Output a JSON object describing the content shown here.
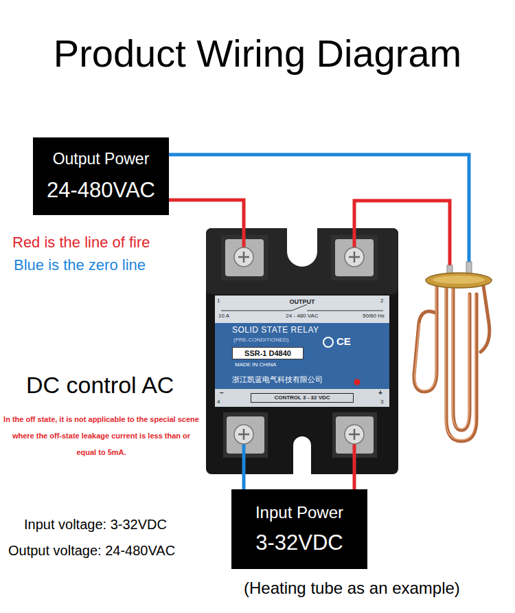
{
  "diagram": {
    "title": "Product Wiring Diagram",
    "caption": "(Heating tube as an example)",
    "nodes": [
      {
        "text": [
          "Output Power",
          "24-480VAC"
        ]
      },
      {
        "text": [
          "1",
          "OUTPUT",
          "2",
          "10 A",
          "24 - 480 VAC",
          "50/60 Hz",
          "SOLID STATE RELAY",
          "(PRE-CONDITIONED)",
          "CE",
          "MADE IN CHINA",
          "浙江凯蓝电气科技有限公司",
          "−",
          "+",
          "4",
          "3"
        ]
      },
      {
        "text": [
          "SSR-1 D4840"
        ],
        "in": 1
      },
      {
        "text": [
          "CONTROL 3 - 32 VDC"
        ],
        "in": 1
      },
      {
        "text": [
          "Input Power",
          "3-32VDC"
        ]
      }
    ],
    "edges": [
      {
        "from": 0,
        "to": 1,
        "arrow": "none"
      },
      {
        "from": 4,
        "to": 1,
        "arrow": "none"
      },
      {
        "from": 4,
        "to": 1,
        "arrow": "none"
      }
    ],
    "labels": [
      "Red is the line of fire",
      "Blue is the zero line",
      "DC control AC",
      "In the off state, it is not applicable to the special scene where the off-state leakage current is less than or equal to 5mA.",
      "Input voltage: 3-32VDC",
      "Output voltage: 24-480VAC"
    ]
  }
}
